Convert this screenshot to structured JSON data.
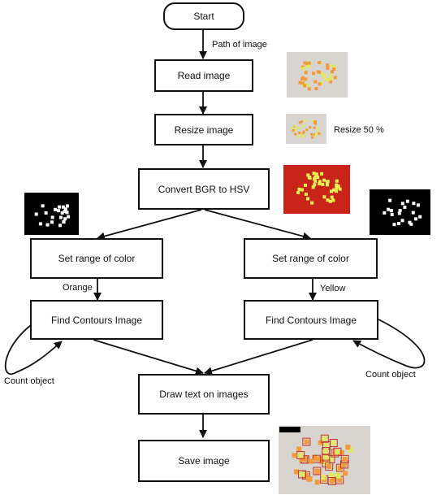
{
  "nodes": {
    "start": "Start",
    "read_image": "Read image",
    "resize_image": "Resize image",
    "convert": "Convert BGR to HSV",
    "range_left": "Set range of color",
    "range_right": "Set range of color",
    "contours_left": "Find Contours Image",
    "contours_right": "Find Contours Image",
    "draw_text": "Draw text on images",
    "save_image": "Save image"
  },
  "edge_labels": {
    "path_of_image": "Path of image",
    "resize_50": "Resize 50 %",
    "orange": "Orange",
    "yellow": "Yellow",
    "count_left": "Count object",
    "count_right": "Count object"
  },
  "colors": {
    "paper": "#d8d4d0",
    "sticker_orange": "#f39a3a",
    "sticker_yellow": "#dfe860",
    "hsv_red": "#c8241a",
    "hsv_yellow": "#e8f050",
    "mask_bg": "#000000",
    "mask_fg": "#ffffff"
  }
}
